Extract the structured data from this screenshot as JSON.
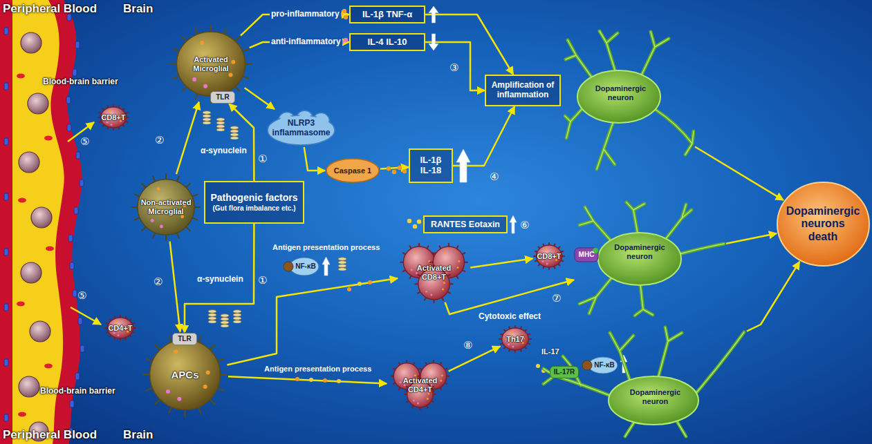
{
  "diagram": {
    "nodes": [
      {
        "text": [
          "Activated Microglial"
        ]
      },
      {
        "text": [
          "TLR"
        ],
        "in": 0
      },
      {
        "text": [
          "NLRP3 inflammasome"
        ]
      },
      {
        "text": [
          "Caspase 1"
        ]
      },
      {
        "text": [
          "IL-1β TNF-α"
        ]
      },
      {
        "text": [
          "IL-4 IL-10"
        ]
      },
      {
        "text": [
          "IL-1β IL-18"
        ]
      },
      {
        "text": [
          "Amplification of inflammation"
        ]
      },
      {
        "text": [
          "Dopaminergic neuron"
        ]
      },
      {
        "text": [
          "CD8+T"
        ]
      },
      {
        "text": [
          "Non-activated Microglial"
        ]
      },
      {
        "text": [
          "Pathogenic factors",
          "(Gut flora imbalance etc.)"
        ]
      },
      {
        "text": [
          "RANTES Eotaxin"
        ]
      },
      {
        "text": [
          "Activated CD8+T"
        ]
      },
      {
        "text": [
          "NF-κB"
        ]
      },
      {
        "text": [
          "CD8+T"
        ]
      },
      {
        "text": [
          "Dopaminergic neuron"
        ]
      },
      {
        "text": [
          "MHC"
        ],
        "in": 16
      },
      {
        "text": [
          "CD4+T"
        ]
      },
      {
        "text": [
          "APCs"
        ]
      },
      {
        "text": [
          "TLR"
        ],
        "in": 19
      },
      {
        "text": [
          "Activated CD4+T"
        ]
      },
      {
        "text": [
          "Th17"
        ]
      },
      {
        "text": [
          "Dopaminergic neuron"
        ]
      },
      {
        "text": [
          "IL-17R"
        ],
        "in": 23
      },
      {
        "text": [
          "NF-κB"
        ],
        "in": 23
      },
      {
        "text": [
          "Dopaminergic neurons death"
        ]
      }
    ],
    "edges": [
      {
        "from": 10,
        "to": 0,
        "arrow": "to"
      },
      {
        "from": 10,
        "to": 19,
        "arrow": "to"
      },
      {
        "from": 11,
        "to": 1,
        "arrow": "to"
      },
      {
        "from": 11,
        "to": 20,
        "arrow": "to"
      },
      {
        "from": 0,
        "to": 4,
        "label": "pro-inflammatory",
        "arrow": "to"
      },
      {
        "from": 0,
        "to": 5,
        "label": "anti-inflammatory",
        "arrow": "to"
      },
      {
        "from": 0,
        "to": 2,
        "arrow": "to"
      },
      {
        "from": 2,
        "to": 3,
        "arrow": "to"
      },
      {
        "from": 3,
        "to": 6,
        "arrow": "to"
      },
      {
        "from": 4,
        "to": 7,
        "arrow": "to"
      },
      {
        "from": 5,
        "to": 7,
        "arrow": "to"
      },
      {
        "from": 6,
        "to": 7,
        "arrow": "to"
      },
      {
        "from": 19,
        "to": 13,
        "label": "Antigen presentation process",
        "arrow": "to"
      },
      {
        "from": 19,
        "to": 21,
        "label": "Antigen presentation process",
        "arrow": "to"
      },
      {
        "from": 13,
        "to": 15,
        "arrow": "to"
      },
      {
        "from": 13,
        "to": 16,
        "label": "Cytotoxic effect",
        "arrow": "to"
      },
      {
        "from": 21,
        "to": 22,
        "arrow": "to"
      },
      {
        "from": 8,
        "to": 26,
        "arrow": "to"
      },
      {
        "from": 16,
        "to": 26,
        "arrow": "to"
      },
      {
        "from": 23,
        "to": 26,
        "arrow": "to"
      }
    ],
    "labels": [
      "Peripheral Blood",
      "Brain",
      "Blood-brain barrier",
      "⑤",
      "②",
      "α-synuclein",
      "①",
      "③",
      "④",
      "⑥",
      "⑦",
      "⑧",
      "α-synuclein",
      "①",
      "②",
      "⑤",
      "IL-17",
      "Blood-brain barrier",
      "Peripheral Blood",
      "Brain"
    ]
  }
}
